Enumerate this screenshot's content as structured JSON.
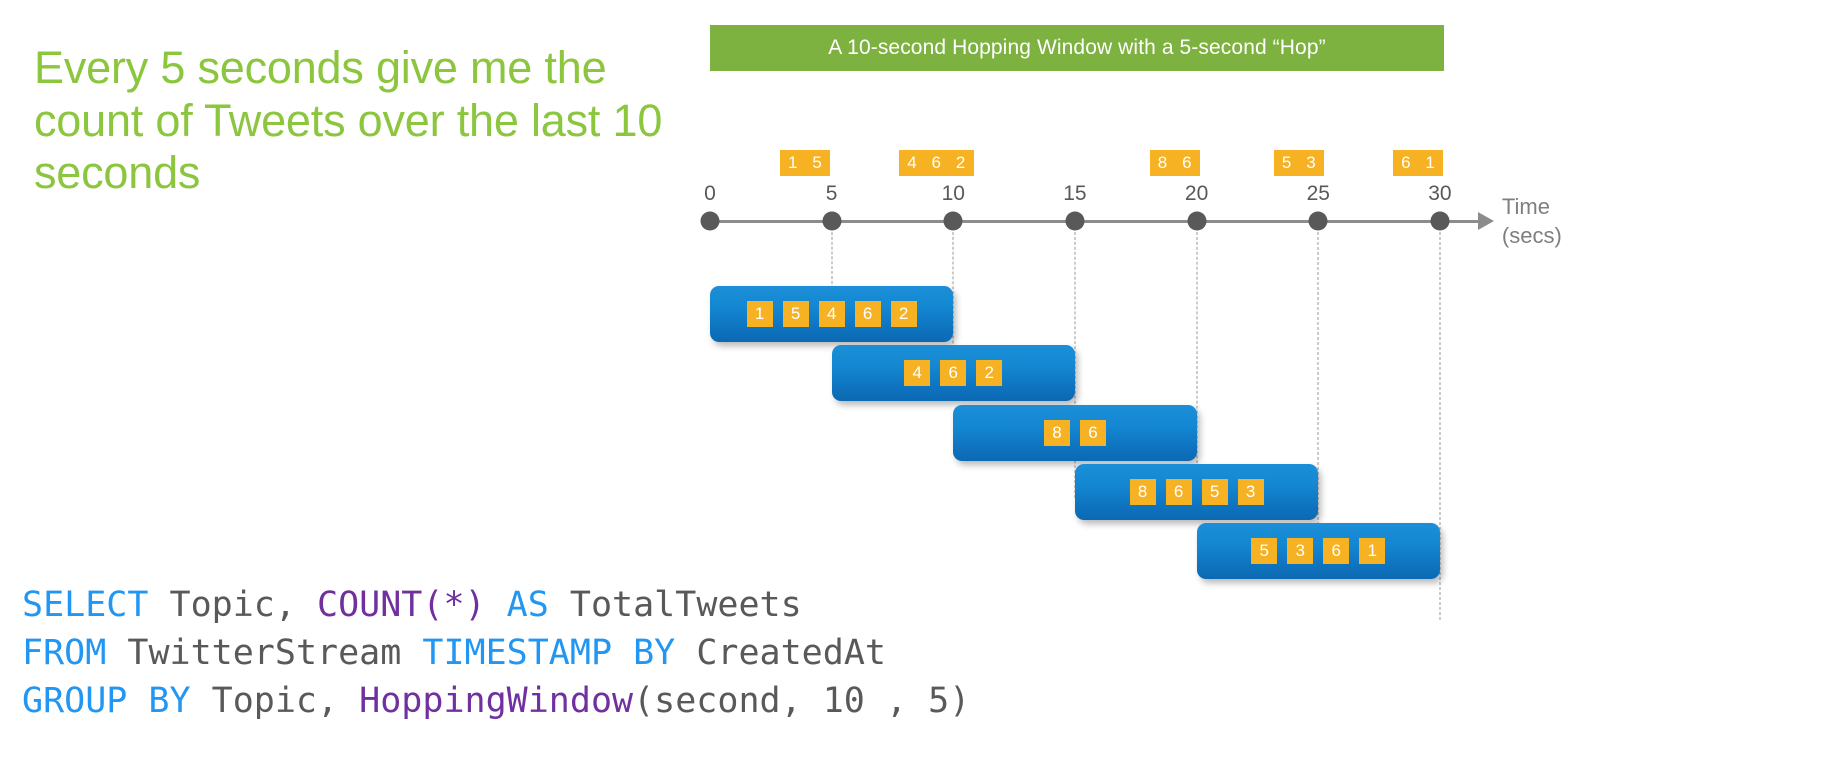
{
  "headline": "Every 5 seconds give me the count of Tweets over the last 10 seconds",
  "banner": {
    "title": "A 10-second Hopping Window with a 5-second “Hop”",
    "background_color": "#7DB241",
    "text_color": "#FFFFFF"
  },
  "colors": {
    "headline_green": "#8CC63F",
    "banner_green": "#7DB241",
    "token_orange": "#F7B223",
    "window_blue": "#1487D2",
    "axis_gray": "#8C8C8C",
    "sql_keyword_blue": "#2196F3",
    "sql_function_purple": "#7030A0",
    "sql_identifier_gray": "#595959"
  },
  "chart_data": {
    "type": "timeline",
    "title": "A 10-second Hopping Window with a 5-second “Hop”",
    "xlabel": "Time (secs)",
    "xlim": [
      0,
      30
    ],
    "tick_step": 5,
    "tick_labels": [
      "0",
      "5",
      "10",
      "15",
      "20",
      "25",
      "30"
    ],
    "axis_caption_line1": "Time",
    "axis_caption_line2": "(secs)",
    "grid": false,
    "stream_events": [
      {
        "value": "1",
        "time": 3.4
      },
      {
        "value": "5",
        "time": 4.4
      },
      {
        "value": "4",
        "time": 8.3
      },
      {
        "value": "6",
        "time": 9.3
      },
      {
        "value": "2",
        "time": 10.3
      },
      {
        "value": "8",
        "time": 18.6
      },
      {
        "value": "6",
        "time": 19.6
      },
      {
        "value": "5",
        "time": 23.7
      },
      {
        "value": "3",
        "time": 24.7
      },
      {
        "value": "6",
        "time": 28.6
      },
      {
        "value": "1",
        "time": 29.6
      }
    ],
    "windows": [
      {
        "label": "window-0-10",
        "start": 0,
        "end": 10,
        "events": [
          "1",
          "5",
          "4",
          "6",
          "2"
        ],
        "count": 5
      },
      {
        "label": "window-5-15",
        "start": 5,
        "end": 15,
        "events": [
          "4",
          "6",
          "2"
        ],
        "count": 3
      },
      {
        "label": "window-10-20",
        "start": 10,
        "end": 20,
        "events": [
          "8",
          "6"
        ],
        "count": 2
      },
      {
        "label": "window-15-25",
        "start": 15,
        "end": 25,
        "events": [
          "8",
          "6",
          "5",
          "3"
        ],
        "count": 4
      },
      {
        "label": "window-20-30",
        "start": 20,
        "end": 30,
        "events": [
          "5",
          "3",
          "6",
          "1"
        ],
        "count": 4
      }
    ]
  },
  "sql": {
    "lines": [
      [
        {
          "t": "SELECT",
          "c": "kw"
        },
        {
          "t": " Topic, ",
          "c": "id"
        },
        {
          "t": "COUNT(*)",
          "c": "fn"
        },
        {
          "t": " ",
          "c": "id"
        },
        {
          "t": "AS",
          "c": "kw"
        },
        {
          "t": " TotalTweets",
          "c": "id"
        }
      ],
      [
        {
          "t": "FROM",
          "c": "kw"
        },
        {
          "t": " TwitterStream ",
          "c": "id"
        },
        {
          "t": "TIMESTAMP BY",
          "c": "kw"
        },
        {
          "t": " CreatedAt",
          "c": "id"
        }
      ],
      [
        {
          "t": "GROUP BY",
          "c": "kw"
        },
        {
          "t": " Topic, ",
          "c": "id"
        },
        {
          "t": "HoppingWindow",
          "c": "fn"
        },
        {
          "t": "(second, 10 , 5)",
          "c": "id"
        }
      ]
    ]
  }
}
